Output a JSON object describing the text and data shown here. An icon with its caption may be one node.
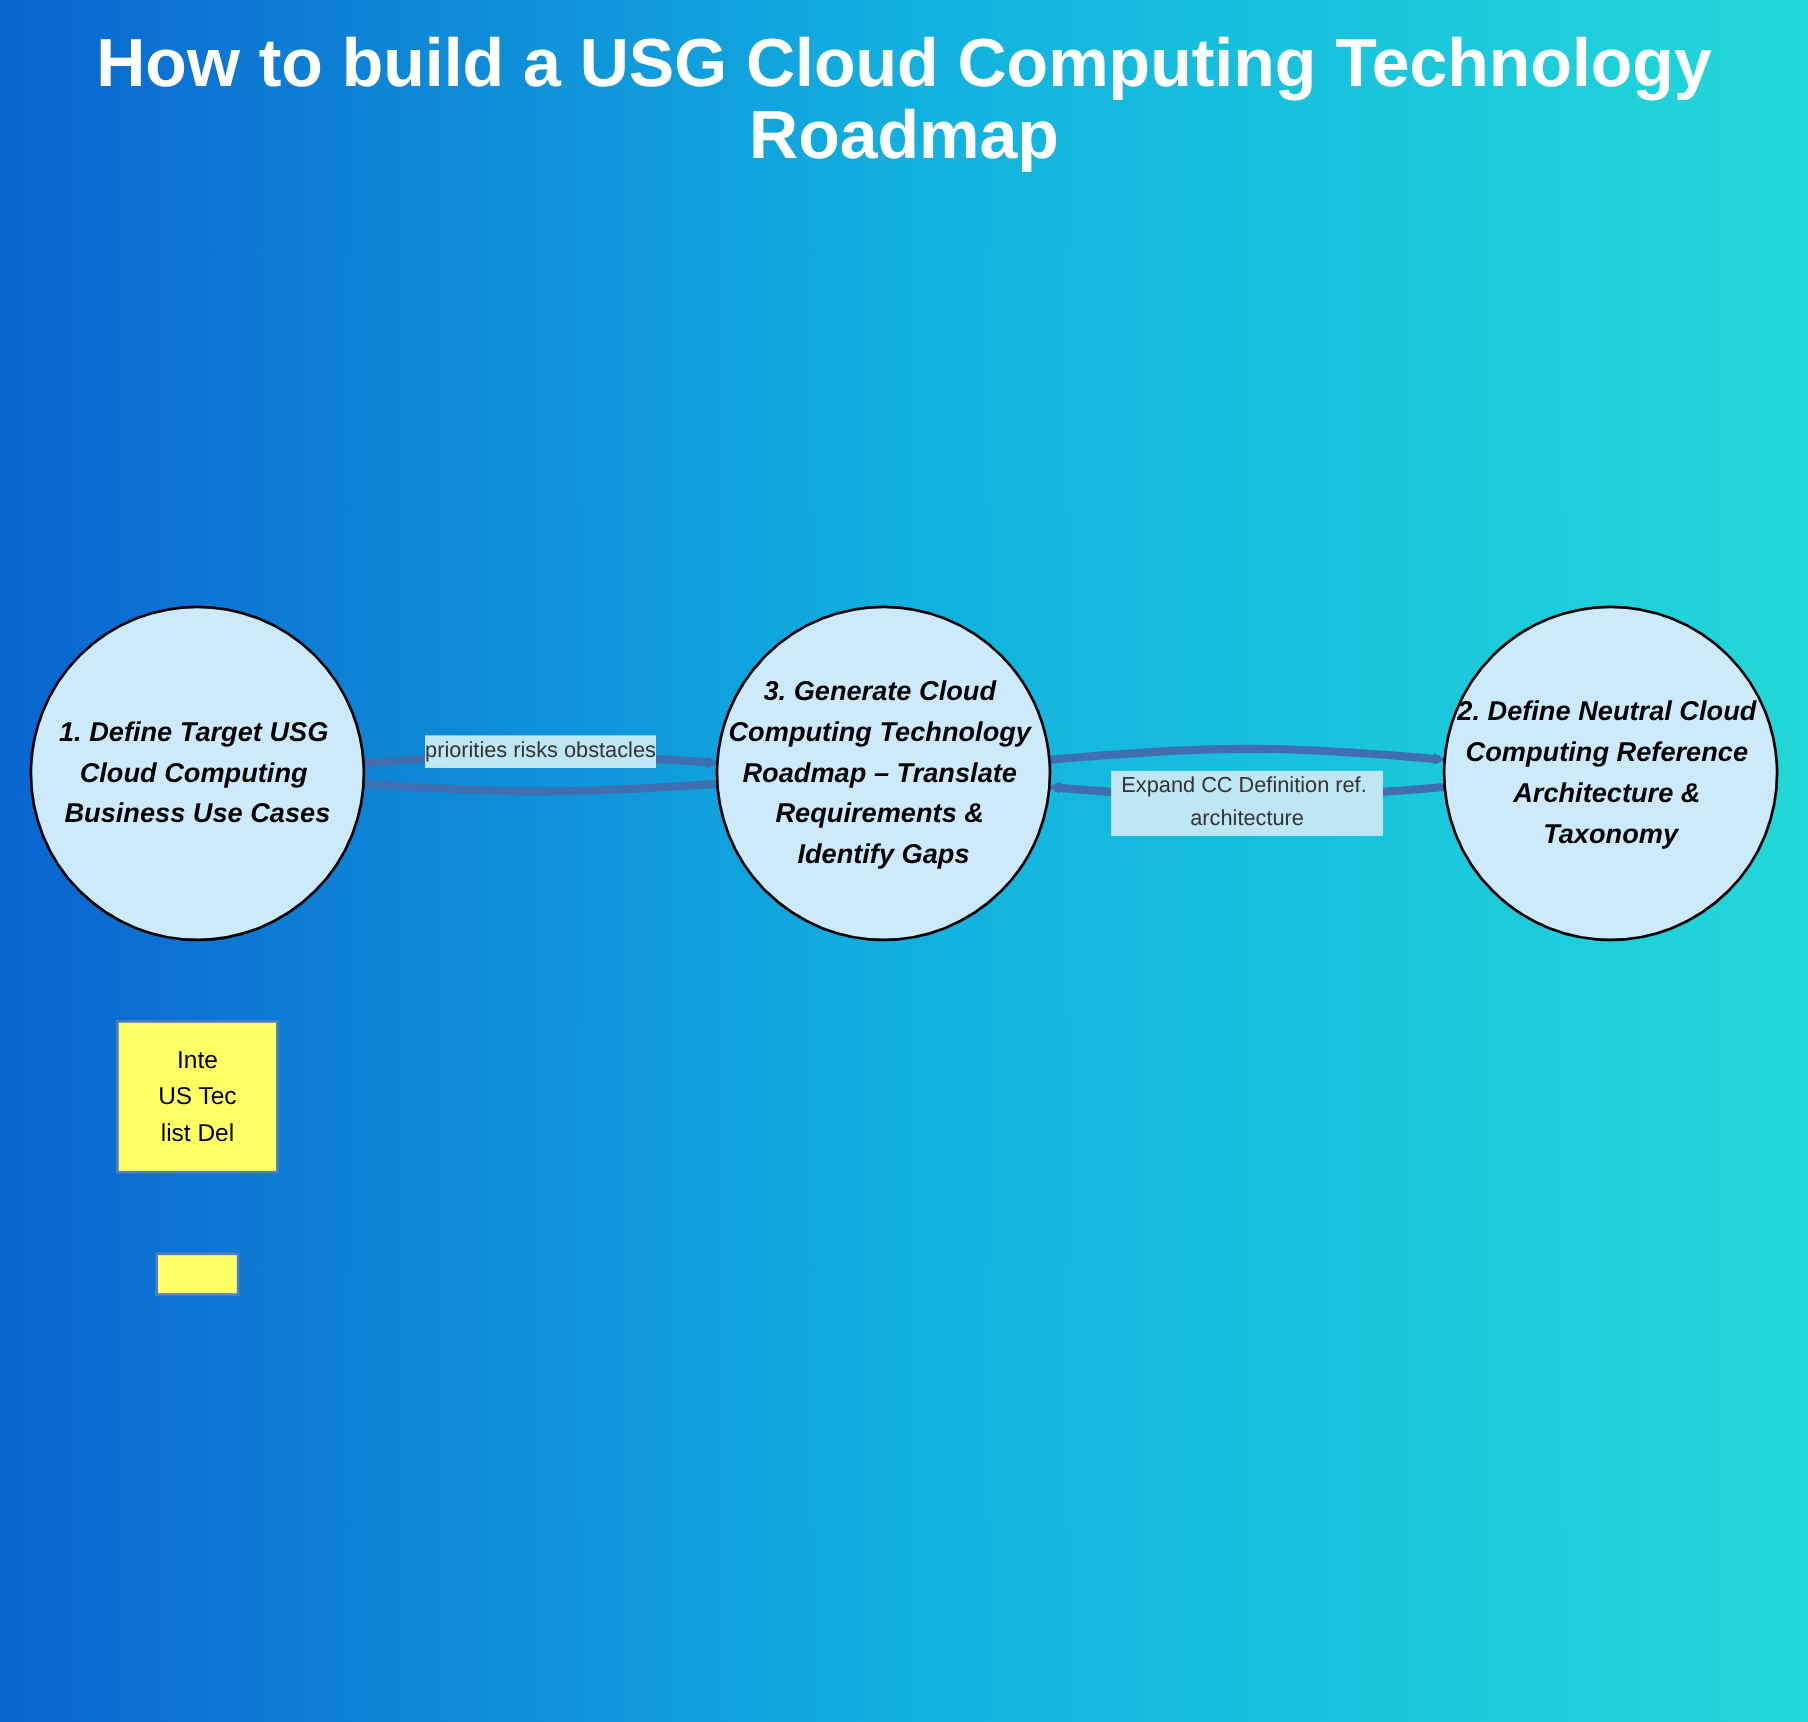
{
  "diagram": {
    "title": "How to build a USG Cloud Computing Technology Roadmap",
    "nodes": [
      {
        "text": [
          "1. Define Target USG Cloud Computing Business Use Cases"
        ]
      },
      {
        "text": [
          "2. Define Neutral Cloud Computing Reference Architecture & Taxonomy"
        ]
      },
      {
        "text": [
          "3. Generate Cloud Computing Technology Roadmap – Translate Requirements & Identify Gaps"
        ]
      },
      {
        "text": [
          "Inte",
          "US Tec",
          "list Del"
        ]
      },
      {
        "text": [],
        "shape": "box"
      }
    ],
    "edges": [
      {
        "from": 0,
        "to": 2,
        "arrow": "to",
        "label": "priorities risks obstacles"
      },
      {
        "from": 2,
        "to": 0,
        "arrow": "to"
      },
      {
        "from": 2,
        "to": 1,
        "arrow": "to"
      },
      {
        "from": 1,
        "to": 2,
        "arrow": "to",
        "label": "Expand CC Definition ref. architecture"
      }
    ]
  }
}
